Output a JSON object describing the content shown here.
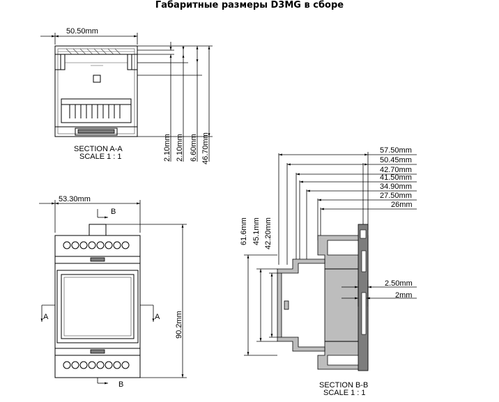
{
  "title": "Габаритные размеры D3MG в сборе",
  "section_aa": {
    "width": "50.50mm",
    "caption_line1": "SECTION A-A",
    "caption_line2": "SCALE 1 : 1",
    "vertical_dims": [
      "2.10mm",
      "2.10mm",
      "6.60mm",
      "46.70mm"
    ]
  },
  "front_view": {
    "width": "53.30mm",
    "height": "90.2mm",
    "marker_b": "B",
    "marker_a": "A"
  },
  "section_bb": {
    "top_dims": [
      "57.50mm",
      "50.45mm",
      "42.70mm",
      "41.50mm",
      "34.90mm",
      "27.50mm",
      "26mm"
    ],
    "left_dims": [
      "61.6mm",
      "45.1mm",
      "42.20mm"
    ],
    "right_dims": [
      "2.50mm",
      "2mm"
    ],
    "caption_line1": "SECTION B-B",
    "caption_line2": "SCALE 1 : 1"
  }
}
